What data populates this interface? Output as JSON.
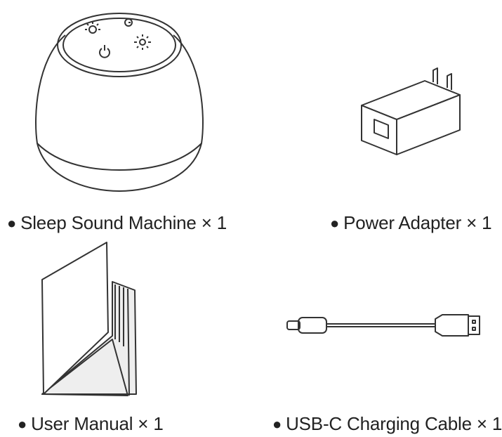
{
  "items": [
    {
      "label": "Sleep Sound Machine × 1"
    },
    {
      "label": "Power Adapter × 1"
    },
    {
      "label": "User Manual × 1"
    },
    {
      "label": "USB-C Charging Cable × 1"
    }
  ],
  "bullet": "●",
  "colors": {
    "line": "#333333",
    "page_fill": "#eeeeee",
    "background": "#ffffff"
  }
}
